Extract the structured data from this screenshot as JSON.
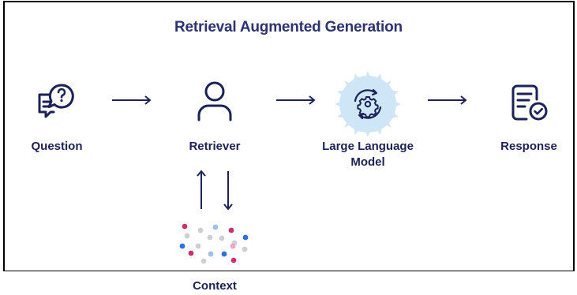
{
  "title": "Retrieval Augmented Generation",
  "nodes": {
    "question": {
      "label": "Question",
      "icon": "chat-question-icon"
    },
    "retriever": {
      "label": "Retriever",
      "icon": "person-icon"
    },
    "llm": {
      "label_line1": "Large Language",
      "label_line2": "Model",
      "icon": "gear-badge-icon"
    },
    "response": {
      "label": "Response",
      "icon": "document-check-icon"
    },
    "context": {
      "label": "Context",
      "icon": "dots-cluster-icon"
    }
  },
  "colors": {
    "primary": "#1c2255",
    "navy": "#2d3270",
    "badge": "#cfe6f6",
    "dot_pink": "#c8336e",
    "dot_blue": "#2f6fe0",
    "dot_lightblue": "#9ec0ee",
    "dot_gray": "#cfcfcf",
    "dot_lightpink": "#f0a3c8"
  }
}
